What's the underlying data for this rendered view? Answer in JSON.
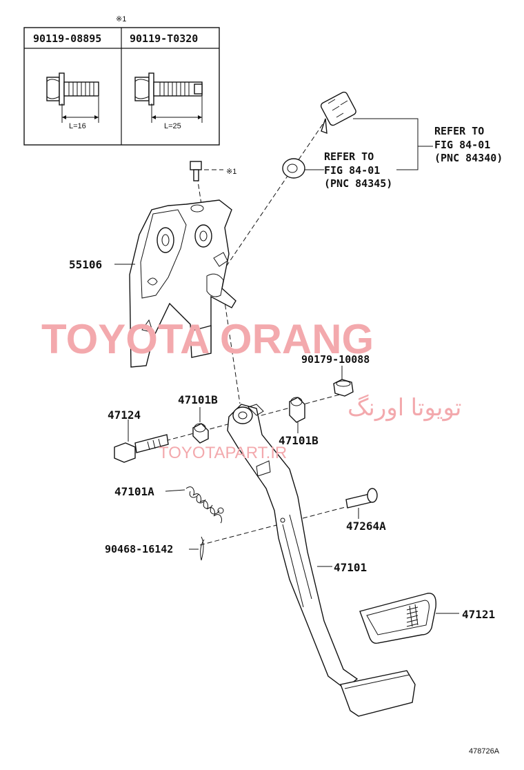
{
  "inset": {
    "marker": "※1",
    "columns": [
      {
        "part_no": "90119-08895",
        "length": "L=16"
      },
      {
        "part_no": "90119-T0320",
        "length": "L=25"
      }
    ]
  },
  "labels": {
    "bracket": "55106",
    "bolt_marker": "※1",
    "nut": "90179-10088",
    "bushing_left": "47101B",
    "bushing_right": "47101B",
    "bolt": "47124",
    "spring": "47101A",
    "pin": "47264A",
    "clip": "90468-16142",
    "pedal": "47101",
    "pad": "47121"
  },
  "references": [
    {
      "line1": "REFER TO",
      "line2": "FIG 84-01",
      "line3": "(PNC 84345)"
    },
    {
      "line1": "REFER TO",
      "line2": "FIG 84-01",
      "line3": "(PNC 84340)"
    }
  ],
  "watermark": {
    "main": "TOYOTA ORANG",
    "persian": "تویوتا اورنگ",
    "site": "TOYOTAPART.IR"
  },
  "figure_id": "478726A",
  "colors": {
    "watermark": "#f3a9ad",
    "ink": "#111111"
  }
}
